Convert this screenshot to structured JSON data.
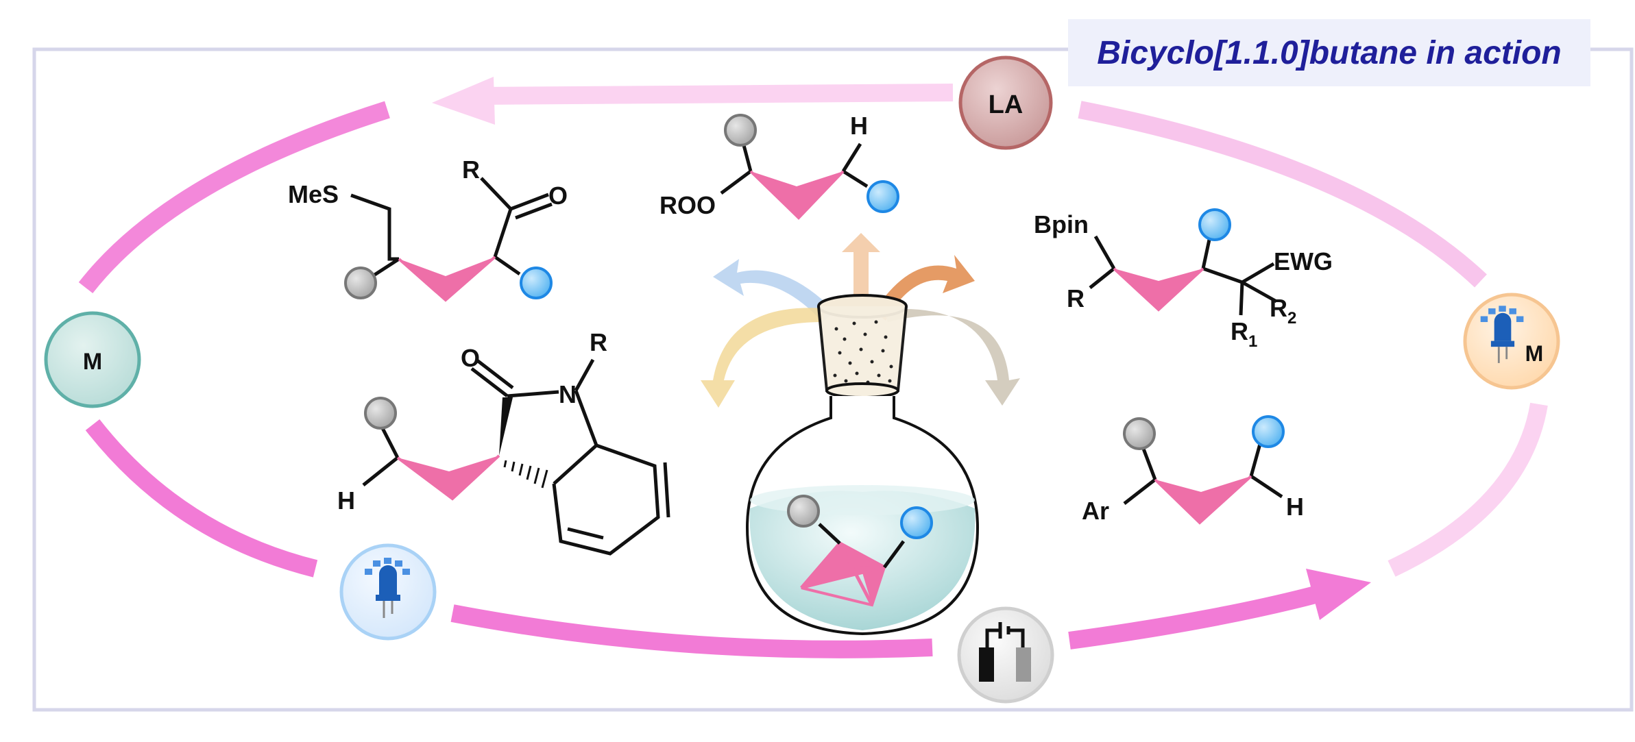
{
  "title": "Bicyclo[1.1.0]butane in action",
  "cycle_nodes": {
    "lewis_acid": "LA",
    "metal": "M",
    "photo_metal": "M"
  },
  "labels": {
    "thioether": "MeS",
    "carbonyl_r": "R",
    "carbonyl_o": "O",
    "ester": "ROO",
    "ester_h": "H",
    "boronate": "Bpin",
    "boronate_r": "R",
    "ewg": "EWG",
    "r1": "R",
    "r1_sub": "1",
    "r2": "R",
    "r2_sub": "2",
    "oxindole_o": "O",
    "oxindole_n": "N",
    "oxindole_r": "R",
    "oxindole_h": "H",
    "aryl": "Ar",
    "aryl_h": "H"
  },
  "colors": {
    "cycle_pink": "#f27bd6",
    "bcb_pink": "#ee6fa8",
    "gray_ball": "#c8c8c8",
    "blue_ball": "#8fd0f7",
    "title_blue": "#1f1f9a",
    "frame": "#d6d6ea"
  },
  "icons": [
    "led-icon",
    "electrode-icon",
    "flask-icon"
  ]
}
